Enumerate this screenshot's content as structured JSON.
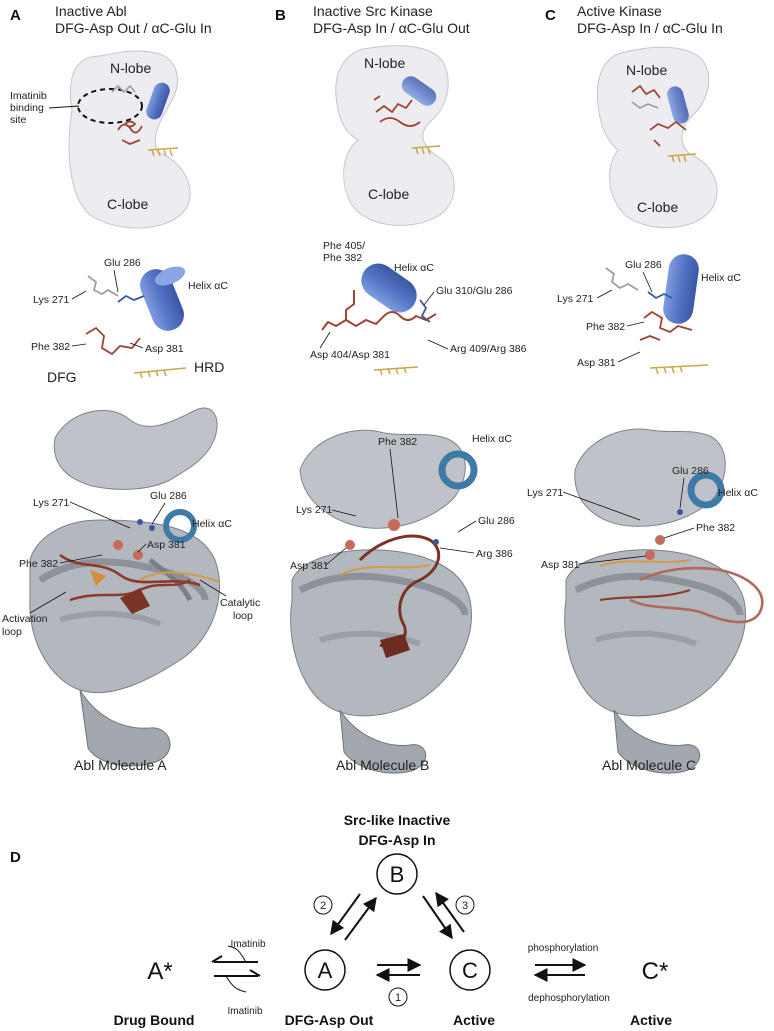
{
  "panels": [
    {
      "letter": "A",
      "title1": "Inactive Abl",
      "title2": "DFG-Asp Out / αC-Glu In",
      "n_lobe": "N-lobe",
      "c_lobe": "C-lobe",
      "imatinib_site": "Imatinib\nbinding\nsite",
      "mid": {
        "glu": "Glu 286",
        "lys": "Lys 271",
        "helix": "Helix αC",
        "phe": "Phe 382",
        "asp": "Asp 381",
        "dfg": "DFG",
        "hrd": "HRD"
      },
      "bottom": {
        "lys": "Lys 271",
        "glu": "Glu 286",
        "helix": "Helix αC",
        "phe": "Phe 382",
        "asp": "Asp 381",
        "activation": "Activation\nloop",
        "catalytic": "Catalytic\nloop"
      },
      "caption": "Abl Molecule A"
    },
    {
      "letter": "B",
      "title1": "Inactive Src Kinase",
      "title2": "DFG-Asp In / αC-Glu Out",
      "n_lobe": "N-lobe",
      "c_lobe": "C-lobe",
      "mid": {
        "phe": "Phe 405/\nPhe 382",
        "helix": "Helix αC",
        "glu": "Glu 310/Glu 286",
        "asp": "Asp 404/Asp 381",
        "arg": "Arg 409/Arg 386"
      },
      "bottom": {
        "phe": "Phe 382",
        "helix": "Helix αC",
        "lys": "Lys 271",
        "glu": "Glu 286",
        "asp": "Asp 381",
        "arg": "Arg 386"
      },
      "caption": "Abl Molecule B"
    },
    {
      "letter": "C",
      "title1": "Active Kinase",
      "title2": "DFG-Asp In /  αC-Glu In",
      "n_lobe": "N-lobe",
      "c_lobe": "C-lobe",
      "mid": {
        "glu": "Glu 286",
        "helix": "Helix αC",
        "lys": "Lys 271",
        "phe": "Phe 382",
        "asp": "Asp 381"
      },
      "bottom": {
        "glu": "Glu 286",
        "lys": "Lys 271",
        "helix": "Helix αC",
        "phe": "Phe 382",
        "asp": "Asp 381"
      },
      "caption": "Abl Molecule C"
    }
  ],
  "scheme": {
    "letter": "D",
    "top_label1": "Src-like Inactive",
    "top_label2": "DFG-Asp In",
    "states": {
      "B": "B",
      "A": "A",
      "C": "C",
      "A_star": "A*",
      "C_star": "C*"
    },
    "labels": {
      "drug_bound": "Drug Bound",
      "dfg_out": "DFG-Asp Out",
      "active": "Active",
      "active_star": "Active"
    },
    "steps": {
      "one": "1",
      "two": "2",
      "three": "3"
    },
    "imatinib_top": "Imatinib",
    "imatinib_bottom": "Imatinib",
    "phosphorylation": "phosphorylation",
    "dephosphorylation": "dephosphorylation"
  },
  "colors": {
    "lobe_fill": "#ececf1",
    "helix": "#5d7fc8",
    "loop_red": "#9e4432",
    "hrd_gold": "#c9a845",
    "ribbon_gray": "#a7abb1",
    "ribbon_dark": "#6f747b",
    "helix_teal": "#3e7aa6"
  }
}
